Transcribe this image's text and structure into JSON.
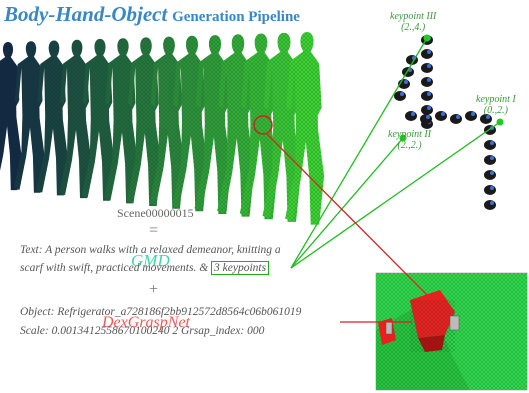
{
  "title": {
    "part1": "Body-Hand-Object",
    "part2": "Generation Pipeline"
  },
  "scene_id": "Scene00000015",
  "equals_sign": "=",
  "plus_sign": "+",
  "text_line1": "Text: A person walks with a relaxed demeanor, knitting a",
  "text_line2_prefix": "scarf with swift, practiced movements. & ",
  "text_line2_keypoints": "3 keypoints",
  "gmd_label": "GMD",
  "object_line": "Object: Refrigerator_a728186f2bb912572d8564c06b061019",
  "scale_line": "Scale: 0.0013412558670100240 2         Grsap_index: 000",
  "dexgraspnet_label": "DexGraspNet",
  "keypoints": [
    {
      "name": "keypoint III",
      "coords": "(2.,4.)"
    },
    {
      "name": "keypoint I",
      "coords": "(0.,2.)"
    },
    {
      "name": "keypoint II",
      "coords": "(2.,2.)"
    }
  ],
  "colors": {
    "title": "#3a87c8",
    "connector_green": "#22bb22",
    "connector_red": "#dd2222",
    "body_mesh": "#33cc55",
    "hand_mesh": "#ee2222"
  }
}
